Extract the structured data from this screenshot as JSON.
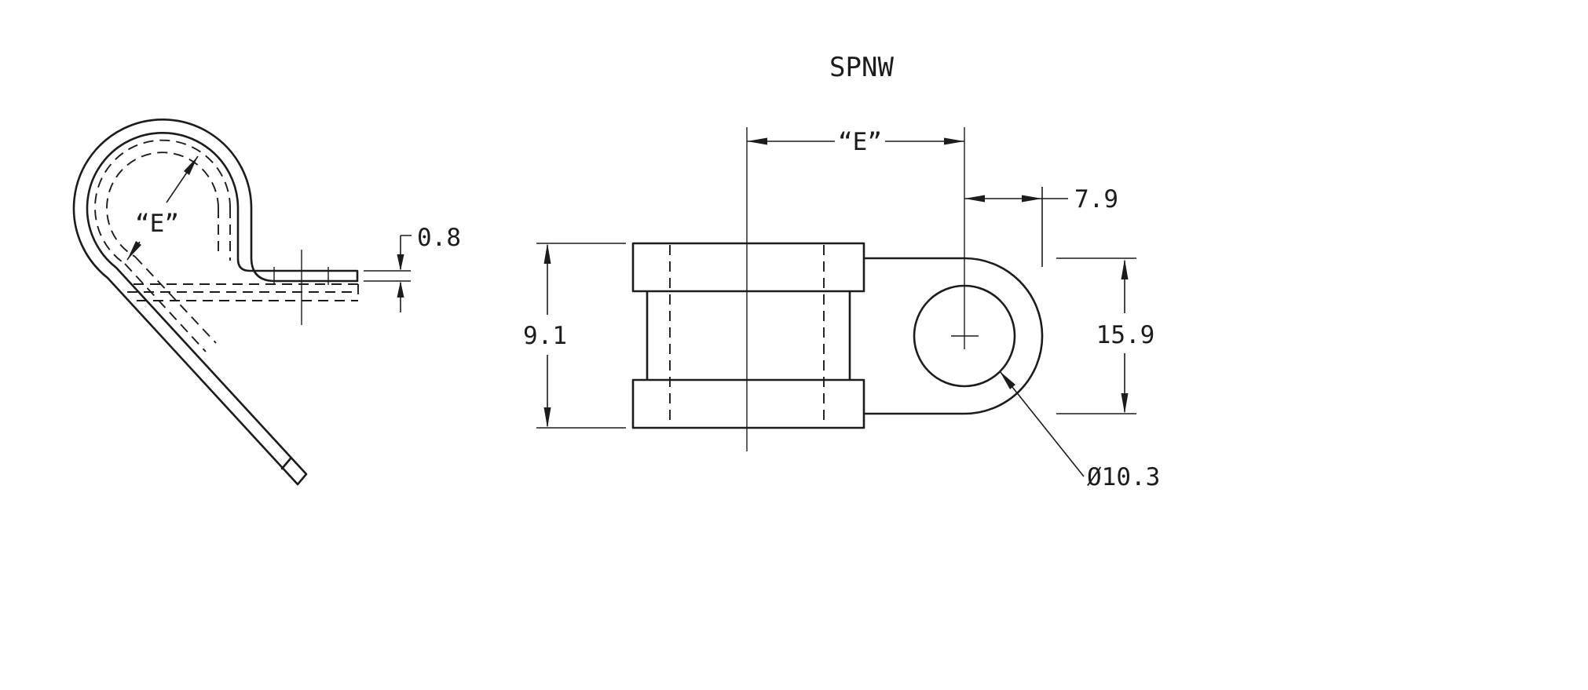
{
  "title": "SPNW",
  "side_view": {
    "diameter_label": "“E”",
    "thickness_label": "0.8"
  },
  "front_view": {
    "width_label": "“E”",
    "hole_offset_label": "7.9",
    "band_width_label": "9.1",
    "tab_width_label": "15.9",
    "hole_diameter_label": "Ø10.3"
  },
  "colors": {
    "line": "#1c1c1c",
    "background": "#ffffff"
  }
}
